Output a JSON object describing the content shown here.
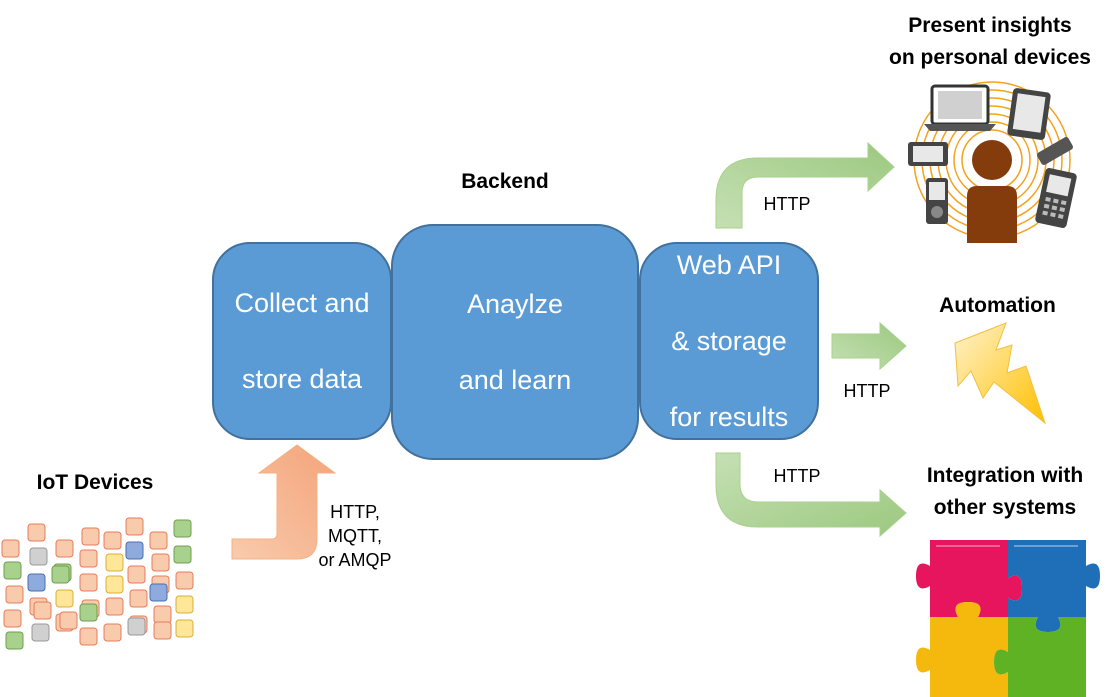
{
  "labels": {
    "backend": "Backend",
    "iot_devices": "IoT Devices",
    "present_insights": [
      "Present insights",
      "on personal devices"
    ],
    "automation": "Automation",
    "integration": [
      "Integration with",
      "other systems"
    ]
  },
  "boxes": {
    "collect": [
      "Collect  and",
      "store data"
    ],
    "analyze": [
      "Anaylze",
      "and learn"
    ],
    "webapi": [
      "Web API",
      "& storage",
      "for results"
    ]
  },
  "protocols": {
    "ingest": [
      "HTTP,",
      "MQTT,",
      "or AMQP"
    ],
    "to_insights": "HTTP",
    "to_automation": "HTTP",
    "to_integration": "HTTP"
  },
  "colors": {
    "box_fill": "#5b9bd5",
    "box_border": "#41719c",
    "ingest_arrow": "#f4b183",
    "output_arrows": "#a9d18e",
    "person": "#843c0c",
    "rings": "#f4a21d",
    "lightning": "#ffd966",
    "puzzle": [
      "#e7155e",
      "#1f6fb8",
      "#f5b80c",
      "#5fb223"
    ]
  },
  "icons": {
    "iot_devices": "device-grid-icon",
    "personal_devices": "personal-devices-icon",
    "automation": "lightning-icon",
    "integration": "puzzle-icon"
  }
}
